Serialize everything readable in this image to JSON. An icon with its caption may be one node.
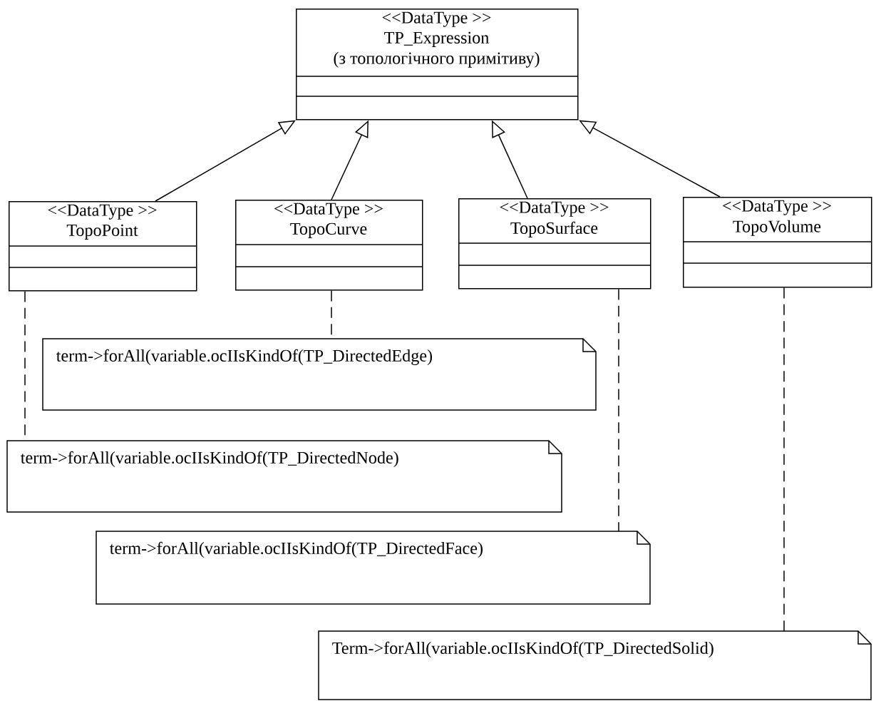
{
  "diagram": {
    "nodes": [
      {
        "text": [
          "<<DataType >>",
          "TP_Expression",
          "(з топологічного примітиву)"
        ]
      },
      {
        "text": [
          "<<DataType >>",
          "TopoPoint"
        ]
      },
      {
        "text": [
          "<<DataType >>",
          "TopoCurve"
        ]
      },
      {
        "text": [
          "<<DataType >>",
          "TopoSurface"
        ]
      },
      {
        "text": [
          "<<DataType >>",
          "TopoVolume"
        ]
      },
      {
        "text": [
          "term->forAll(variable.ocIIsKindOf(TP_DirectedEdge)"
        ]
      },
      {
        "text": [
          "term->forAll(variable.ocIIsKindOf(TP_DirectedNode)"
        ]
      },
      {
        "text": [
          "term->forAll(variable.ocIIsKindOf(TP_DirectedFace)"
        ]
      },
      {
        "text": [
          "Term->forAll(variable.ocIIsKindOf(TP_DirectedSolid)"
        ]
      }
    ],
    "edges": [
      {
        "from": 1,
        "to": 0,
        "arrow": "to"
      },
      {
        "from": 2,
        "to": 0,
        "arrow": "to"
      },
      {
        "from": 3,
        "to": 0,
        "arrow": "to"
      },
      {
        "from": 4,
        "to": 0,
        "arrow": "to"
      },
      {
        "from": 1,
        "to": 6,
        "arrow": "none",
        "style": "dashed"
      },
      {
        "from": 2,
        "to": 5,
        "arrow": "none",
        "style": "dashed"
      },
      {
        "from": 3,
        "to": 7,
        "arrow": "none",
        "style": "dashed"
      },
      {
        "from": 4,
        "to": 8,
        "arrow": "none",
        "style": "dashed"
      }
    ]
  }
}
